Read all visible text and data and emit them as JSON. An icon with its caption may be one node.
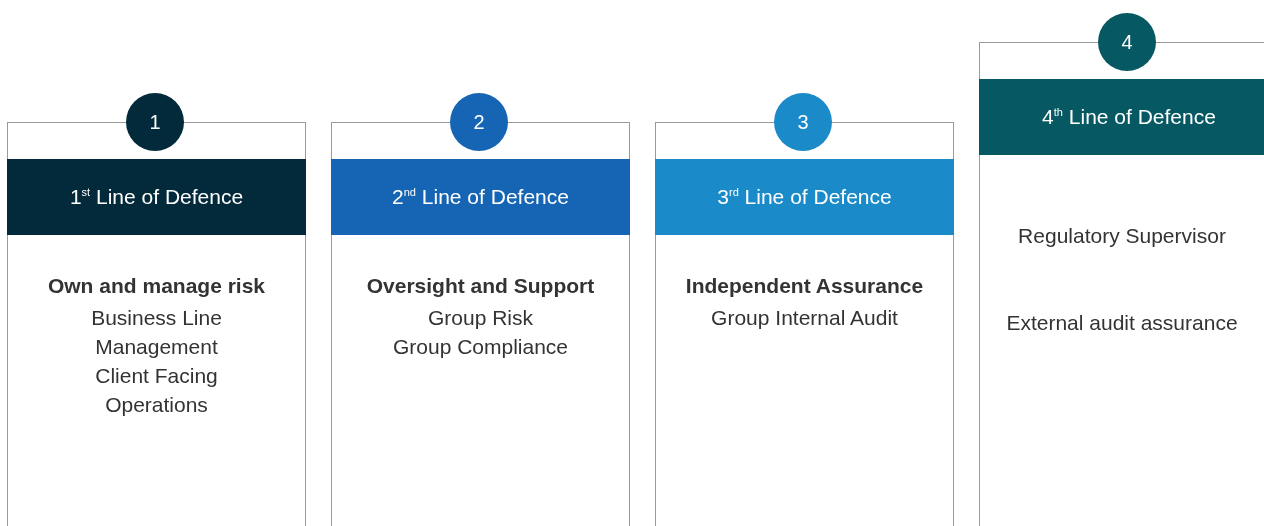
{
  "diagram": {
    "nodes": [
      {
        "text": [
          "Own and manage risk",
          "Business Line Management",
          "Client Facing Operations"
        ]
      },
      {
        "text": [
          "1$^{st}$ Line of Defence"
        ],
        "in": 0
      },
      {
        "text": [
          "1"
        ]
      },
      {
        "text": [
          "Oversight and Support",
          "Group Risk",
          "Group Compliance"
        ]
      },
      {
        "text": [
          "2$^{nd}$ Line of Defence"
        ],
        "in": 3
      },
      {
        "text": [
          "2"
        ]
      },
      {
        "text": [
          "Independent Assurance",
          "Group Internal Audit"
        ]
      },
      {
        "text": [
          "3$^{rd}$ Line of Defence"
        ],
        "in": 6
      },
      {
        "text": [
          "3"
        ]
      },
      {
        "text": [
          "Regulatory Supervisor",
          "External audit assurance"
        ]
      },
      {
        "text": [
          "4$^{th}$ Line of Defence"
        ],
        "in": 9
      },
      {
        "text": [
          "4"
        ]
      }
    ]
  }
}
